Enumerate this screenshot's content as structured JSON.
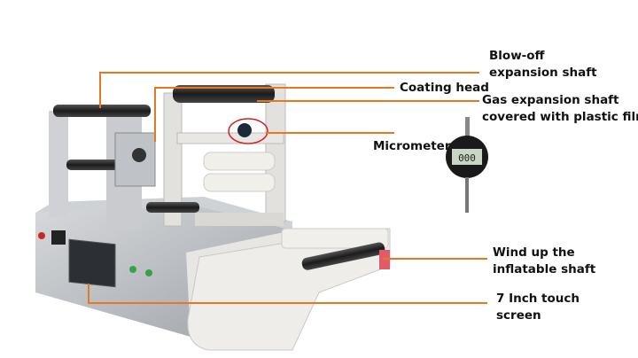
{
  "labels": {
    "blow_off": [
      "Blow-off",
      "expansion shaft"
    ],
    "coating_head": "Coating head",
    "gas_expansion": [
      "Gas expansion shaft",
      "covered with plastic film"
    ],
    "micrometer": "Micrometer",
    "wind_up": [
      "Wind up the",
      "inflatable shaft"
    ],
    "touch_screen": [
      "7 Inch touch",
      "screen"
    ]
  },
  "micrometer_display": "000",
  "colors": {
    "leader_line": "#e87722",
    "machine_steel": "#b9bcc0",
    "machine_white": "#ecebe8",
    "roller_black": "#2a2a2a",
    "roller_white": "#f1efe9"
  }
}
